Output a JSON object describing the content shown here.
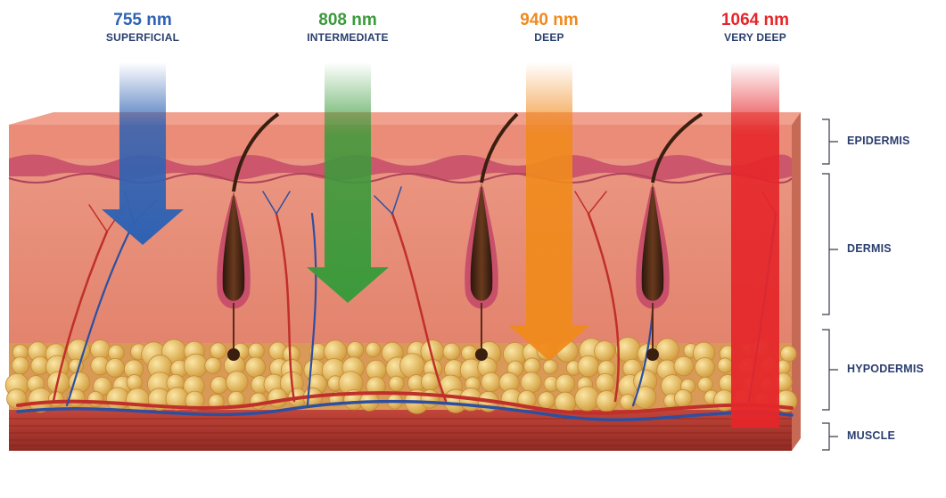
{
  "wavelengths": [
    {
      "nm": "755 nm",
      "depth": "SUPERFICIAL",
      "color": "#2f62b3"
    },
    {
      "nm": "808 nm",
      "depth": "INTERMEDIATE",
      "color": "#3b9a3b"
    },
    {
      "nm": "940 nm",
      "depth": "DEEP",
      "color": "#f08a1c"
    },
    {
      "nm": "1064 nm",
      "depth": "VERY DEEP",
      "color": "#e5262a"
    }
  ],
  "layers": [
    "EPIDERMIS",
    "DERMIS",
    "HYPODERMIS",
    "MUSCLE"
  ],
  "colors": {
    "skin_top": "#eb8a76",
    "epidermis": "#c9506a",
    "dermis": "#e8907a",
    "fat": "#e6b95a",
    "muscle": "#b83a2e",
    "label": "#2a3e6e"
  }
}
